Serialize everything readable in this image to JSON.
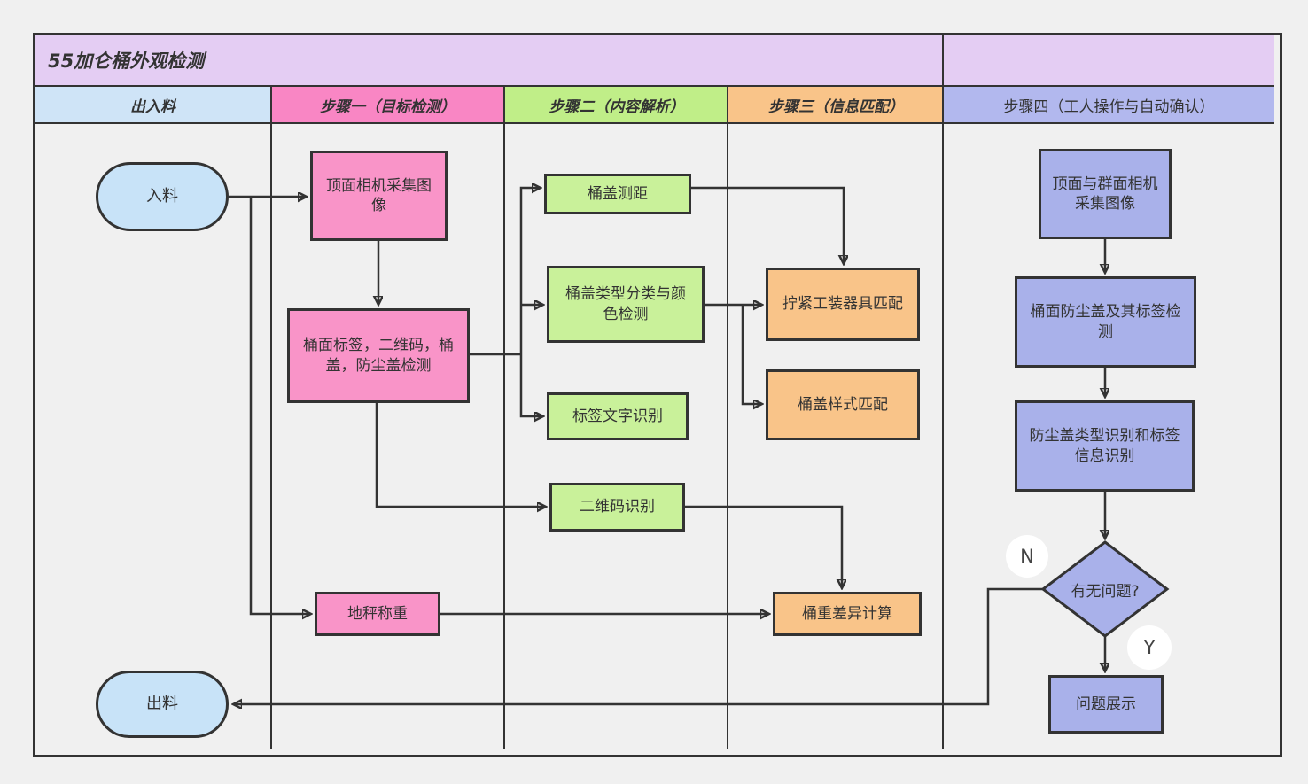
{
  "title": "55加仑桶外观检测",
  "lanes": [
    {
      "label": "出入料",
      "color": "#cfe4f7"
    },
    {
      "label": "步骤一（目标检测）",
      "color": "#f986c4"
    },
    {
      "label": "步骤二（内容解析）",
      "color": "#c0ee88",
      "underlined": true
    },
    {
      "label": "步骤三（信息匹配）",
      "color": "#f9c489"
    },
    {
      "label": "步骤四（工人操作与自动确认）",
      "color": "#b2b8ee"
    }
  ],
  "nodes": {
    "inlet": "入料",
    "outlet": "出料",
    "top_camera_capture": "顶面相机采集图像",
    "barrel_surface_detect": "桶面标签，二维码，桶盖，防尘盖检测",
    "floor_scale_weigh": "地秤称重",
    "lid_ranging": "桶盖测距",
    "lid_type_color_detect": "桶盖类型分类与颜色检测",
    "label_text_ocr": "标签文字识别",
    "qr_code_recognition": "二维码识别",
    "tightening_tool_match": "拧紧工装器具匹配",
    "lid_style_match": "桶盖样式匹配",
    "weight_diff_calc": "桶重差异计算",
    "top_side_camera_capture": "顶面与群面相机采集图像",
    "dust_cap_label_detect": "桶面防尘盖及其标签检测",
    "dust_cap_type_id": "防尘盖类型识别和标签信息识别",
    "decision_has_problem": "有无问题?",
    "problem_display": "问题展示"
  },
  "branch_labels": {
    "no": "N",
    "yes": "Y"
  },
  "colors": {
    "background": "#f0f0f0",
    "line": "#333333",
    "title_bar": "#e4cdf3",
    "node_blue": "#c8e3f8",
    "node_pink": "#f994c8",
    "node_green": "#c9f19a",
    "node_orange": "#f9c489",
    "node_purple": "#a9b1ea"
  }
}
